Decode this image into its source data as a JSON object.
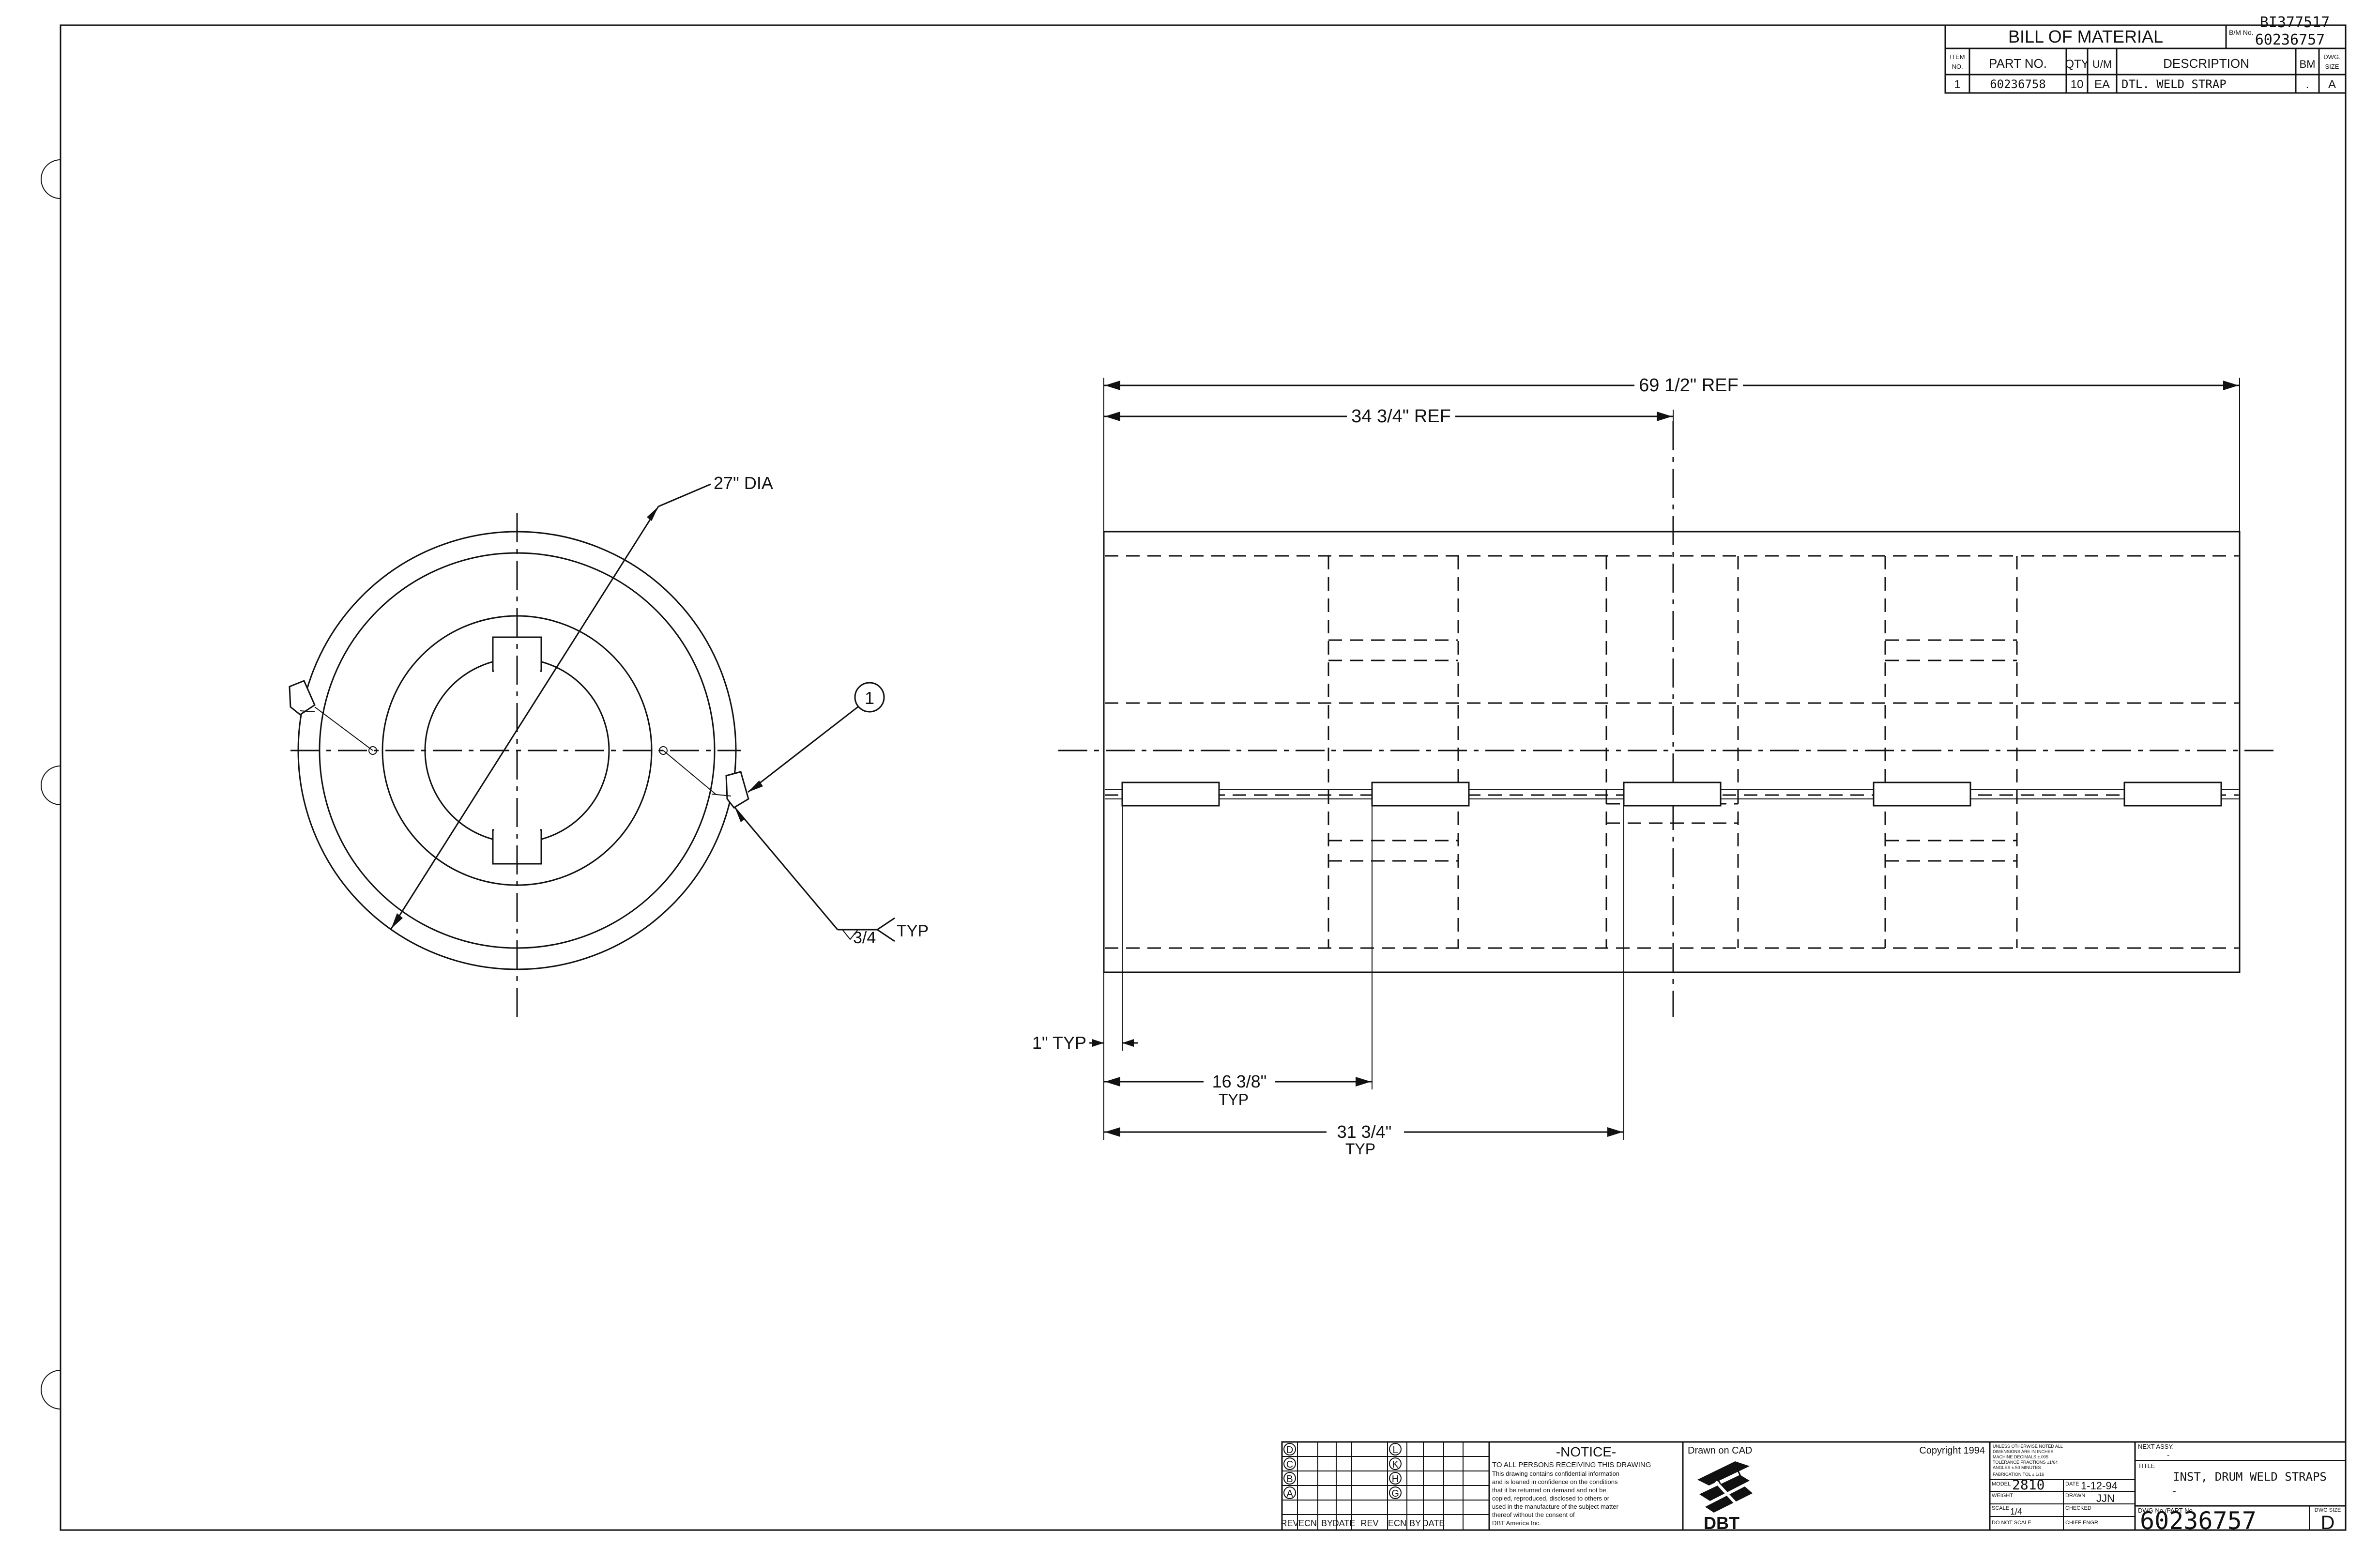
{
  "bom": {
    "title": "BILL OF MATERIAL",
    "bm_label": "B/M No.",
    "bm_number": "60236757",
    "stamp": "BI377517",
    "headers": {
      "item": [
        "ITEM",
        "NO."
      ],
      "part_no": "PART NO.",
      "qty": "QTY",
      "um": "U/M",
      "description": "DESCRIPTION",
      "bm": "BM",
      "dwg_size": [
        "DWG.",
        "SIZE"
      ]
    },
    "rows": [
      {
        "item": "1",
        "part_no": "60236758",
        "qty": "10",
        "um": "EA",
        "description": "DTL. WELD STRAP",
        "bm": ".",
        "dwg_size": "A"
      }
    ]
  },
  "left_view": {
    "dia_label": "27\" DIA",
    "balloon": "1",
    "weld_size": "3/4",
    "weld_note": "TYP"
  },
  "right_view": {
    "dim_overall": "69 1/2\" REF",
    "dim_half": "34 3/4\" REF",
    "dim_edge": "1\" TYP",
    "dim_a": "16 3/8\"",
    "dim_a_note": "TYP",
    "dim_b": "31 3/4\"",
    "dim_b_note": "TYP"
  },
  "title_block": {
    "rev_left": [
      "D",
      "C",
      "B",
      "A"
    ],
    "rev_right": [
      "L",
      "K",
      "H",
      "G"
    ],
    "rev_headers": [
      "REV",
      "ECN",
      "BY",
      "DATE",
      "REV",
      "ECN",
      "BY",
      "DATE"
    ],
    "notice_title": "-NOTICE-",
    "notice_lines": [
      "TO ALL PERSONS RECEIVING THIS DRAWING",
      "This drawing contains confidential information",
      "and is loaned in confidence on the conditions",
      "that it be returned on demand and not be",
      "copied, reproduced, disclosed to others or",
      "used in the manufacture of the subject matter",
      "thereof without the consent of",
      "DBT America Inc."
    ],
    "drawn_on": "Drawn on CAD",
    "copyright": "Copyright 1994",
    "logo_text": "DBT",
    "tolerance_lines": [
      "UNLESS OTHERWISE NOTED ALL",
      "DIMENSIONS ARE IN INCHES",
      "MACHINE   DECIMALS ±.005",
      "TOLERANCE FRACTIONS ±1/64",
      "          ANGLES ±.50 MINUTES",
      "FABRICATION TOL ±.1/16"
    ],
    "model_label": "MODEL",
    "model": "2810",
    "date_label": "DATE",
    "date": "1-12-94",
    "weight_label": "WEIGHT",
    "drawn_label": "DRAWN",
    "drawn_by": "JJN",
    "scale_label": "SCALE",
    "scale": "1/4",
    "checked_label": "CHECKED",
    "dns_label": "DO NOT SCALE",
    "chief_label": "CHIEF ENGR",
    "next_assy_label": "NEXT ASSY.",
    "next_assy": "-",
    "title_label": "TITLE",
    "title": "INST, DRUM WELD STRAPS",
    "title2": "-",
    "dwg_no_label": "DWG No./PART No.",
    "dwg_no": "60236757",
    "dwg_size_label": "DWG SIZE",
    "dwg_size": "D"
  }
}
